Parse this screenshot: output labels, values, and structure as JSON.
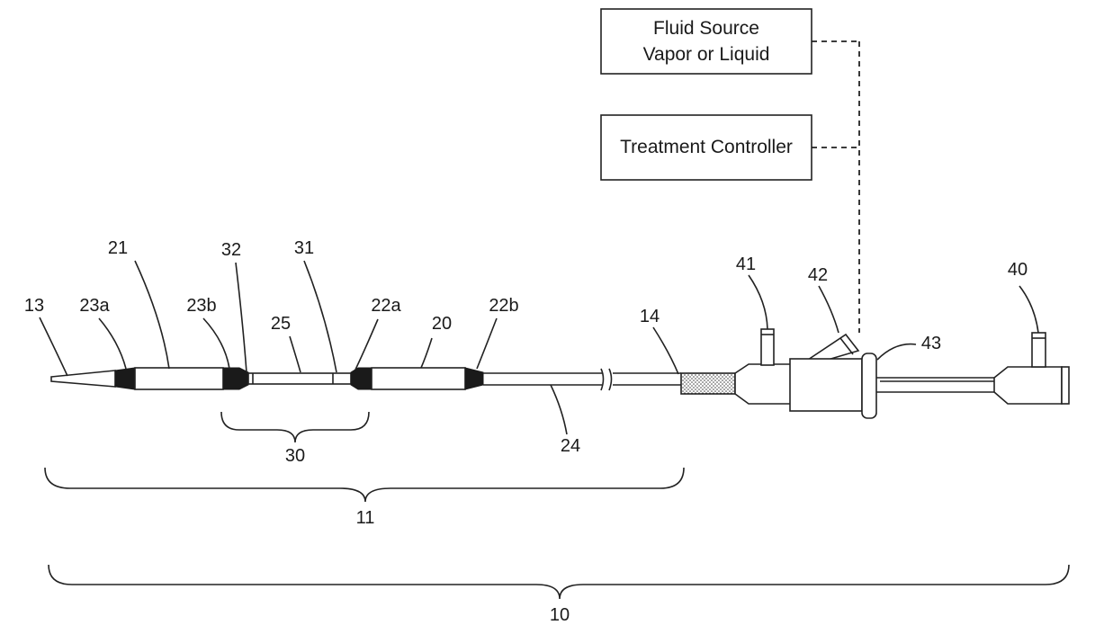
{
  "boxes": {
    "fluid_source_line1": "Fluid Source",
    "fluid_source_line2": "Vapor or Liquid",
    "treatment_controller": "Treatment Controller"
  },
  "labels": {
    "l13": "13",
    "l23a": "23a",
    "l21": "21",
    "l23b": "23b",
    "l32": "32",
    "l25": "25",
    "l31": "31",
    "l22a": "22a",
    "l20": "20",
    "l22b": "22b",
    "l14": "14",
    "l24": "24",
    "l30": "30",
    "l11": "11",
    "l41": "41",
    "l42": "42",
    "l43": "43",
    "l40": "40",
    "l10": "10"
  }
}
